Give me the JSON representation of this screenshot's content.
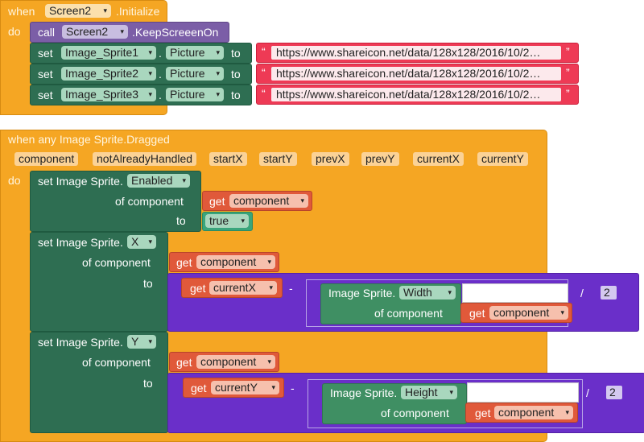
{
  "block1": {
    "when_label": "when",
    "screen": "Screen2",
    "event": ".Initialize",
    "do_label": "do",
    "call_label": "call",
    "call_component": "Screen2",
    "call_method": ".KeepScreeenOn",
    "sets": [
      {
        "set_label": "set",
        "component": "Image_Sprite1",
        "property": "Picture",
        "to_label": "to",
        "value": "https://www.shareicon.net/data/128x128/2016/10/2…"
      },
      {
        "set_label": "set",
        "component": "Image_Sprite2",
        "property": "Picture",
        "to_label": "to",
        "value": "https://www.shareicon.net/data/128x128/2016/10/2…"
      },
      {
        "set_label": "set",
        "component": "Image_Sprite3",
        "property": "Picture",
        "to_label": "to",
        "value": "https://www.shareicon.net/data/128x128/2016/10/2…"
      }
    ],
    "quote": "“",
    "quote_close": "”"
  },
  "block2": {
    "header": "when any Image Sprite.Dragged",
    "params": [
      "component",
      "notAlreadyHandled",
      "startX",
      "startY",
      "prevX",
      "prevY",
      "currentX",
      "currentY"
    ],
    "do_label": "do",
    "enabled": {
      "set_label": "set Image Sprite.",
      "property": "Enabled",
      "of_component_label": "of component",
      "get_label": "get",
      "get_var": "component",
      "to_label": "to",
      "value": "true"
    },
    "setx": {
      "set_label": "set Image Sprite.",
      "property": "X",
      "of_component_label": "of component",
      "get_label": "get",
      "get_var": "component",
      "to_label": "to",
      "get2_label": "get",
      "get2_var": "currentX",
      "minus": "-",
      "getter_label": "Image Sprite.",
      "getter_prop": "Width",
      "getter_of_label": "of component",
      "getter_get_label": "get",
      "getter_get_var": "component",
      "divide": "/",
      "number": "2"
    },
    "sety": {
      "set_label": "set Image Sprite.",
      "property": "Y",
      "of_component_label": "of component",
      "get_label": "get",
      "get_var": "component",
      "to_label": "to",
      "get2_label": "get",
      "get2_var": "currentY",
      "minus": "-",
      "getter_label": "Image Sprite.",
      "getter_prop": "Height",
      "getter_of_label": "of component",
      "getter_get_label": "get",
      "getter_get_var": "component",
      "divide": "/",
      "number": "2"
    }
  },
  "colors": {
    "event": "#f5a623",
    "call": "#7b5ea7",
    "setter": "#2e6e52",
    "text": "#ee3a55",
    "get": "#e0593a",
    "math": "#6a2fc9",
    "logic": "#3aa57b"
  },
  "icons": {
    "dropdown": "▾"
  }
}
